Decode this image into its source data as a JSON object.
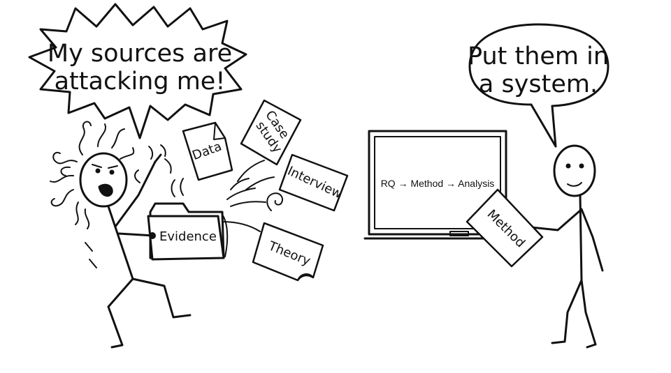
{
  "left_speech": {
    "line1": "My sources are",
    "line2": "attacking me!"
  },
  "right_speech": {
    "line1": "Put them in",
    "line2": "a system."
  },
  "papers": {
    "data": "Data",
    "case_study_line1": "Case",
    "case_study_line2": "study",
    "interview": "Interview",
    "theory": "Theory",
    "method": "Method"
  },
  "folder": {
    "label": "Evidence"
  },
  "whiteboard": {
    "text": "RQ → Method → Analysis"
  },
  "colors": {
    "ink": "#111111",
    "paper": "#ffffff",
    "background": "#ffffff"
  }
}
